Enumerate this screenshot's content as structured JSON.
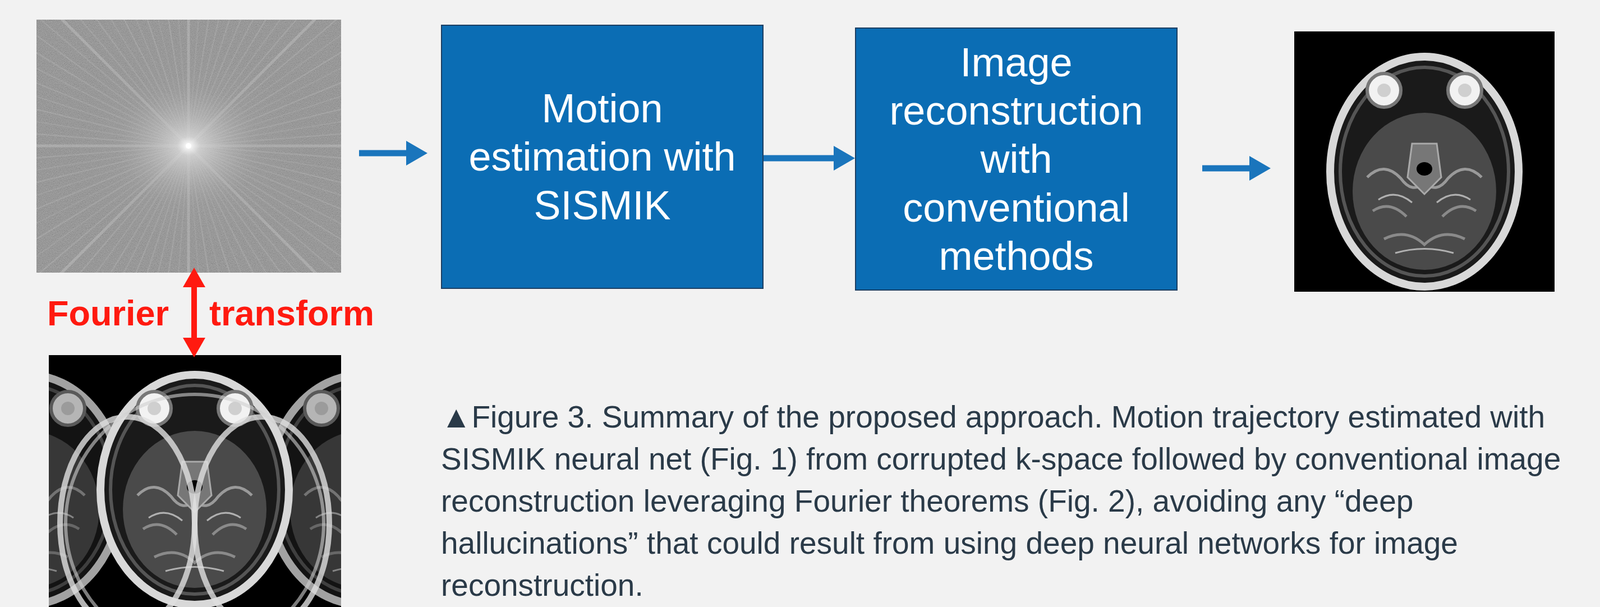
{
  "diagram": {
    "caption": "▲Figure 3. Summary of the proposed approach. Motion trajectory estimated with SISMIK neural net (Fig. 1) from corrupted k-space followed by conventional image reconstruction leveraging Fourier theorems (Fig. 2), avoiding any “deep hallucinations” that could result from using deep neural networks for image reconstruction.",
    "nodes": [
      {
        "text": [
          "Motion estimation with SISMIK"
        ]
      },
      {
        "text": [
          "Image reconstruction with conventional methods"
        ]
      }
    ],
    "edges": [
      {
        "from": 0,
        "to": 1,
        "arrow": "to"
      }
    ],
    "labels": [
      "Fourier",
      "transform"
    ]
  }
}
